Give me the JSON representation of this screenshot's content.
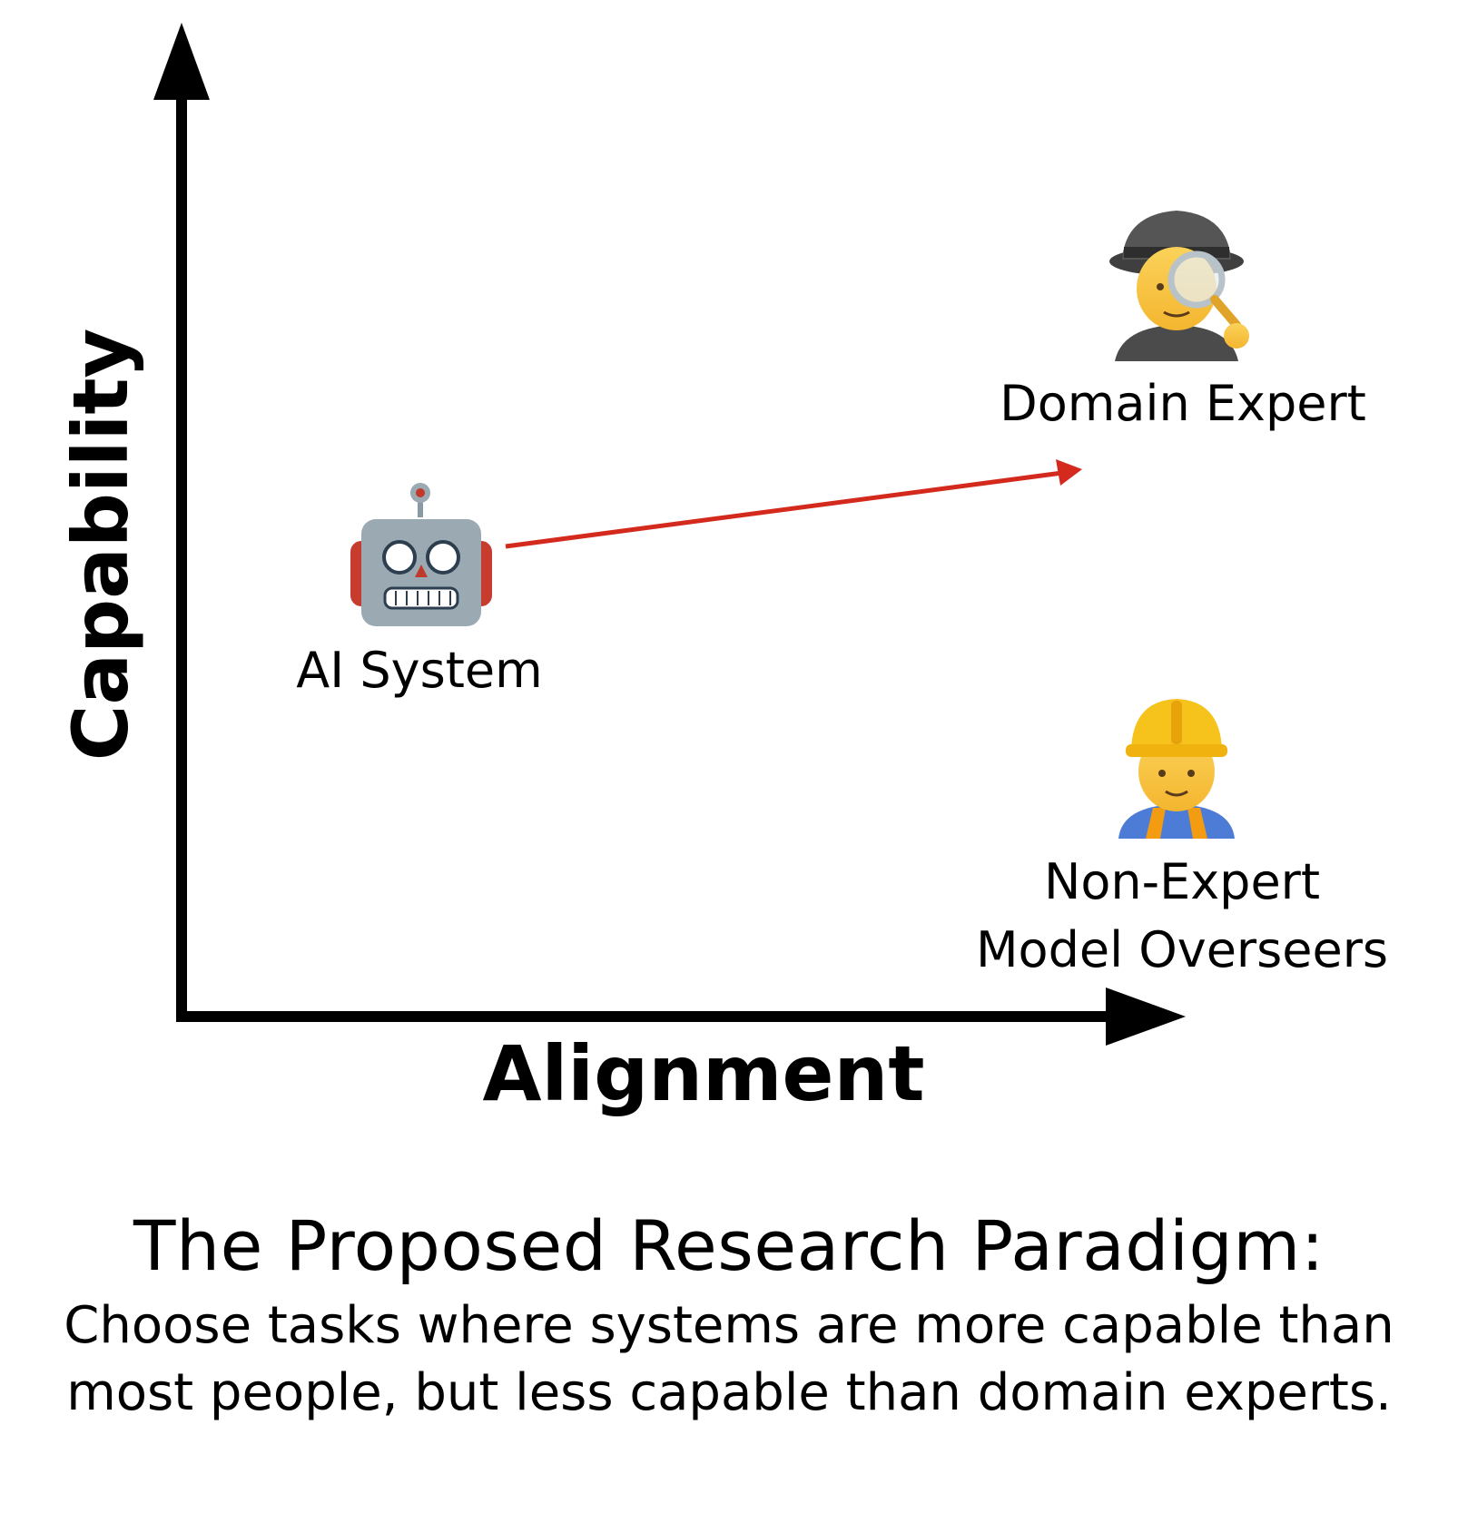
{
  "axes": {
    "y_label": "Capability",
    "x_label": "Alignment"
  },
  "nodes": {
    "ai_system": {
      "label": "AI System",
      "icon": "robot-icon"
    },
    "domain_expert": {
      "label": "Domain Expert",
      "icon": "detective-icon"
    },
    "non_expert": {
      "label_line1": "Non-Expert",
      "label_line2": "Model Overseers",
      "icon": "construction-worker-icon"
    }
  },
  "arrow": {
    "from": "ai_system",
    "to": "domain_expert",
    "color": "#d42a1e"
  },
  "caption": {
    "title": "The Proposed Research Paradigm:",
    "body": "Choose tasks where systems are more capable than most people, but less capable than domain experts."
  }
}
